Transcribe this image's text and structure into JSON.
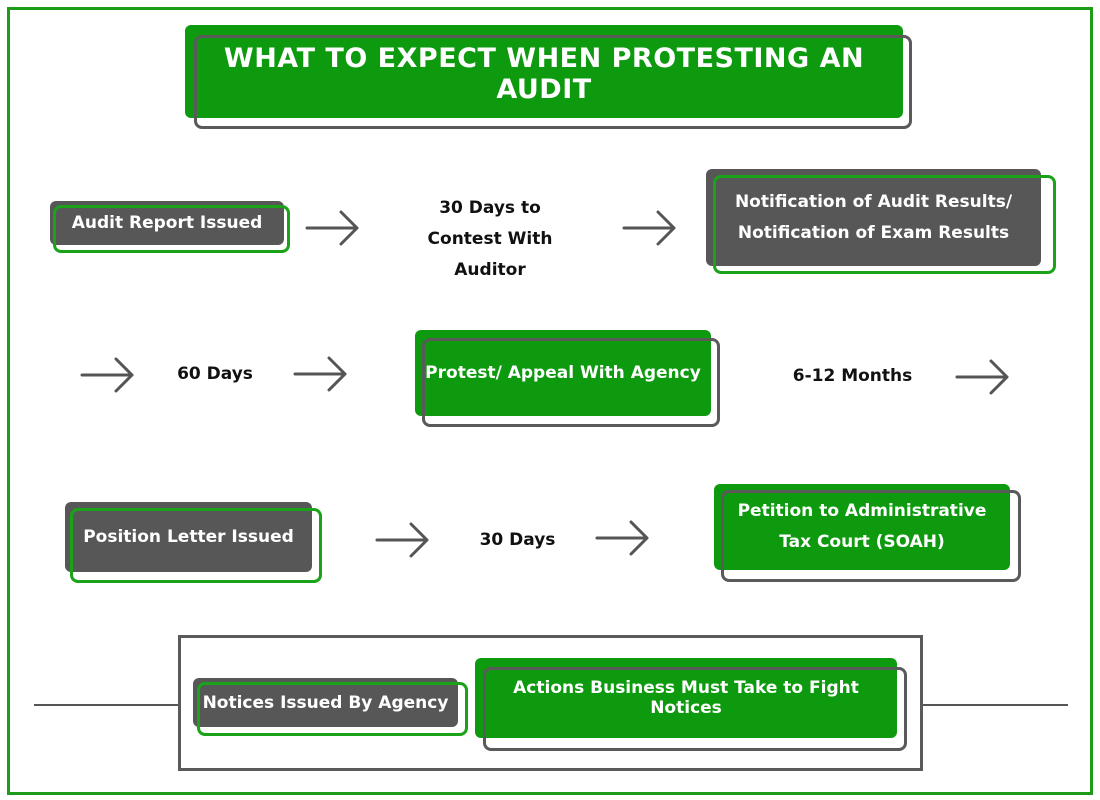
{
  "title": "WHAT TO EXPECT WHEN PROTESTING AN AUDIT",
  "colors": {
    "green": "#0d9a0e",
    "gray": "#575757",
    "outline_gray": "#5a5a5a",
    "frame_green": "#1f9b1a"
  },
  "steps": {
    "audit_report": "Audit Report Issued",
    "contest_line1": "30 Days to",
    "contest_line2": "Contest With Auditor",
    "notification_line1": "Notification of Audit Results/",
    "notification_line2": "Notification of Exam Results",
    "sixty_days": "60 Days",
    "protest": "Protest/ Appeal With Agency",
    "six_twelve": "6-12 Months",
    "position_letter": "Position Letter Issued",
    "thirty_days": "30 Days",
    "petition_line1": "Petition to Administrative",
    "petition_line2": "Tax Court (SOAH)"
  },
  "legend": {
    "notices": "Notices Issued By Agency",
    "actions": "Actions Business Must Take to Fight Notices"
  }
}
